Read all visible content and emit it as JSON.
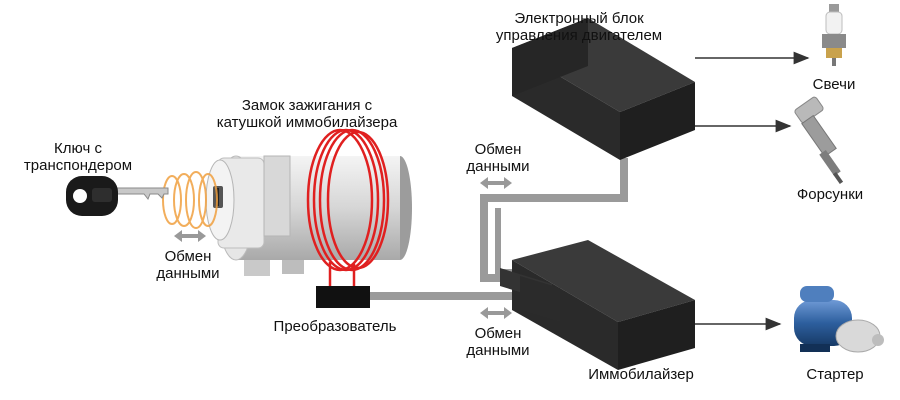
{
  "labels": {
    "ecu": [
      "Электронный блок",
      "управления двигателем"
    ],
    "ignition_lock": [
      "Замок зажигания с",
      "катушкой иммобилайзера"
    ],
    "key": [
      "Ключ с",
      "транспондером"
    ],
    "key_exchange": [
      "Обмен",
      "данными"
    ],
    "ecu_exchange": [
      "Обмен",
      "данными"
    ],
    "converter_exchange": [
      "Обмен",
      "данными"
    ],
    "converter": "Преобразователь",
    "immobilizer": "Иммобилайзер",
    "spark_plugs": "Свечи",
    "injectors": "Форсунки",
    "starter": "Стартер"
  },
  "colors": {
    "block_fill": "#2a2a2a",
    "block_top": "#3a3a3a",
    "connector": "#9a9a9a",
    "coil": "#e02020",
    "transponder_waves": "#f0a040",
    "starter_body": "#2d5f9e"
  }
}
